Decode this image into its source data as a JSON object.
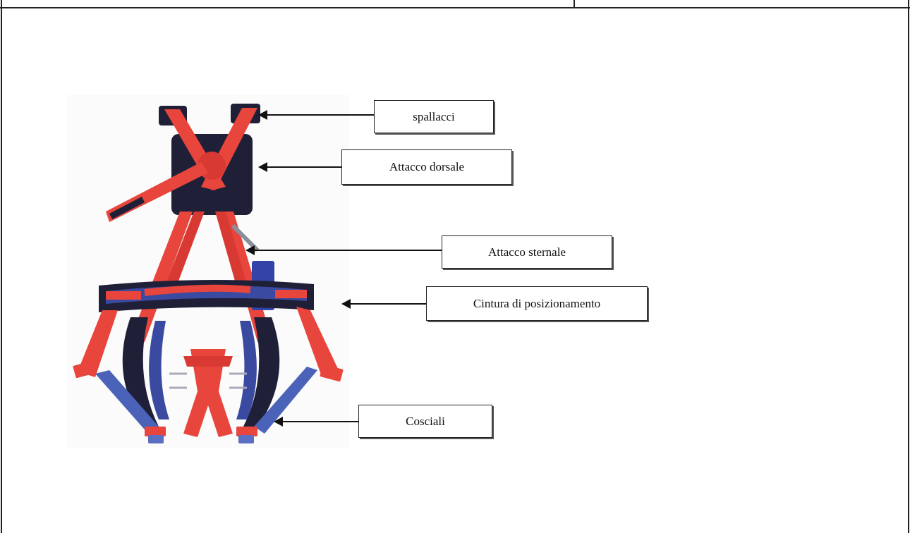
{
  "labels": {
    "spallacci": "spallacci",
    "attacco_dorsale": "Attacco dorsale",
    "attacco_sternale": "Attacco sternale",
    "cintura": "Cintura di posizionamento",
    "cosciali": "Cosciali"
  },
  "colors": {
    "strap_red": "#e8453c",
    "strap_dark_red": "#c9302c",
    "padding_dark": "#1f2038",
    "padding_blue": "#3a4aa0",
    "buckle_blue": "#3344a6"
  },
  "photo": {
    "subject": "full-body-harness-photo"
  }
}
